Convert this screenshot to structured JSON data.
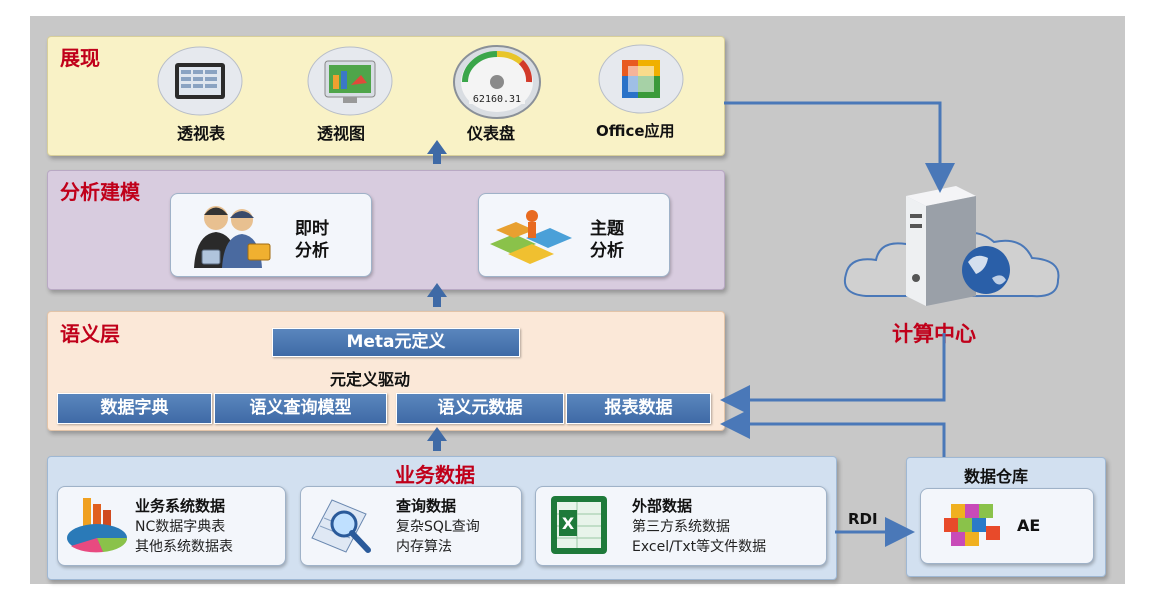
{
  "presentation": {
    "title": "展现",
    "items": [
      {
        "label": "透视表"
      },
      {
        "label": "透视图"
      },
      {
        "label": "仪表盘",
        "gauge_value": "62160.31"
      },
      {
        "label": "Office应用"
      }
    ]
  },
  "modeling": {
    "title": "分析建模",
    "cards": [
      {
        "line1": "即时",
        "line2": "分析"
      },
      {
        "line1": "主题",
        "line2": "分析"
      }
    ]
  },
  "semantic": {
    "title": "语义层",
    "meta_bar": "Meta元定义",
    "driver_label": "元定义驱动",
    "bars": [
      "数据字典",
      "语义查询模型",
      "语义元数据",
      "报表数据"
    ]
  },
  "business": {
    "title": "业务数据",
    "cards": [
      {
        "title": "业务系统数据",
        "line1": "NC数据字典表",
        "line2": "其他系统数据表"
      },
      {
        "title": "查询数据",
        "line1": "复杂SQL查询",
        "line2": "内存算法"
      },
      {
        "title": "外部数据",
        "line1": "第三方系统数据",
        "line2": "Excel/Txt等文件数据"
      }
    ]
  },
  "rdi_label": "RDI",
  "warehouse": {
    "title": "数据仓库",
    "item": "AE"
  },
  "compute_center": {
    "label": "计算中心"
  },
  "colors": {
    "accent_red": "#c0001a",
    "bar_blue": "#4a76b0",
    "arrow_blue": "#4a78b8"
  }
}
